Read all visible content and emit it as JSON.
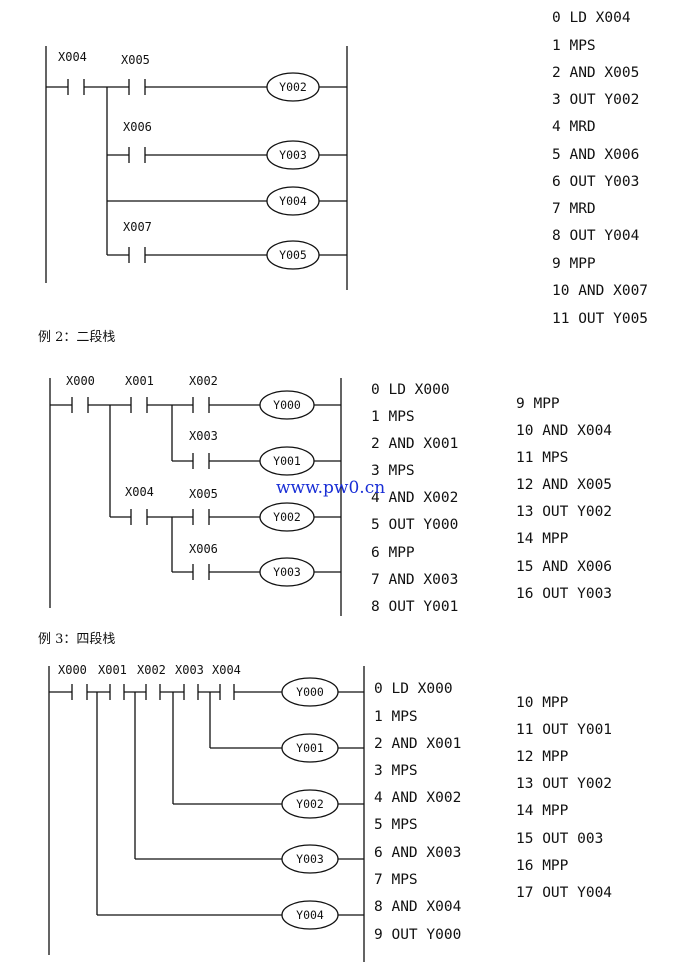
{
  "ladder1": {
    "contacts": [
      "X004",
      "X005",
      "X006",
      "X007"
    ],
    "coils": [
      "Y002",
      "Y003",
      "Y004",
      "Y005"
    ]
  },
  "program1": [
    "0 LD X004",
    "1 MPS",
    "2 AND X005",
    "3 OUT Y002",
    "4 MRD",
    "5 AND X006",
    "6 OUT Y003",
    "7 MRD",
    "8 OUT Y004",
    "9 MPP",
    "10 AND X007",
    "11 OUT Y005"
  ],
  "caption2": "例 2：二段栈",
  "ladder2": {
    "contacts": [
      "X000",
      "X001",
      "X002",
      "X003",
      "X004",
      "X005",
      "X006"
    ],
    "coils": [
      "Y000",
      "Y001",
      "Y002",
      "Y003"
    ]
  },
  "program2_left": [
    "0 LD X000",
    "1 MPS",
    "2 AND X001",
    "3 MPS",
    "4 AND X002",
    "5 OUT Y000",
    "6 MPP",
    "7 AND X003",
    "8 OUT Y001"
  ],
  "program2_right": [
    "9 MPP",
    "10 AND X004",
    "11 MPS",
    "12 AND X005",
    "13 OUT Y002",
    "14 MPP",
    "15 AND X006",
    "16 OUT Y003"
  ],
  "watermark": "www.pw0.cn",
  "caption3": "例 3：四段栈",
  "ladder3": {
    "contacts": [
      "X000",
      "X001",
      "X002",
      "X003",
      "X004"
    ],
    "coils": [
      "Y000",
      "Y001",
      "Y002",
      "Y003",
      "Y004"
    ]
  },
  "program3_left": [
    "0 LD X000",
    "1 MPS",
    "2 AND X001",
    "3 MPS",
    "4 AND X002",
    "5 MPS",
    "6 AND X003",
    "7 MPS",
    "8 AND X004",
    "9 OUT Y000"
  ],
  "program3_right": [
    "10 MPP",
    "11 OUT Y001",
    "12 MPP",
    "13 OUT Y002",
    "14 MPP",
    "15 OUT 003",
    "16 MPP",
    "17 OUT Y004"
  ]
}
